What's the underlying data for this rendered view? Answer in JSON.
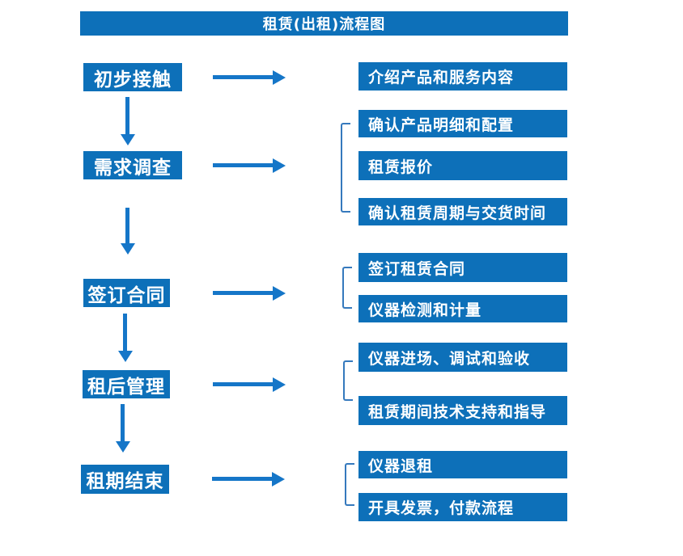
{
  "title": "租赁(出租)流程图",
  "colors": {
    "box_blue": "#0d70b9",
    "arrow_blue": "#1576c8",
    "bracket_blue": "#3579bd",
    "text": "#ffffff",
    "background": "#ffffff"
  },
  "steps": [
    {
      "label": "初步接触"
    },
    {
      "label": "需求调查"
    },
    {
      "label": "签订合同"
    },
    {
      "label": "租后管理"
    },
    {
      "label": "租期结束"
    }
  ],
  "details": [
    {
      "label": "介绍产品和服务内容"
    },
    {
      "label": "确认产品明细和配置"
    },
    {
      "label": "租赁报价"
    },
    {
      "label": "确认租赁周期与交货时间"
    },
    {
      "label": "签订租赁合同"
    },
    {
      "label": "仪器检测和计量"
    },
    {
      "label": "仪器进场、调试和验收"
    },
    {
      "label": "租赁期间技术支持和指导"
    },
    {
      "label": "仪器退租"
    },
    {
      "label": "开具发票，付款流程"
    }
  ],
  "flow": {
    "step_to_details": [
      {
        "step": "初步接触",
        "details": [
          "介绍产品和服务内容"
        ]
      },
      {
        "step": "需求调查",
        "details": [
          "确认产品明细和配置",
          "租赁报价",
          "确认租赁周期与交货时间"
        ]
      },
      {
        "step": "签订合同",
        "details": [
          "签订租赁合同",
          "仪器检测和计量"
        ]
      },
      {
        "step": "租后管理",
        "details": [
          "仪器进场、调试和验收",
          "租赁期间技术支持和指导"
        ]
      },
      {
        "step": "租期结束",
        "details": [
          "仪器退租",
          "开具发票，付款流程"
        ]
      }
    ]
  }
}
